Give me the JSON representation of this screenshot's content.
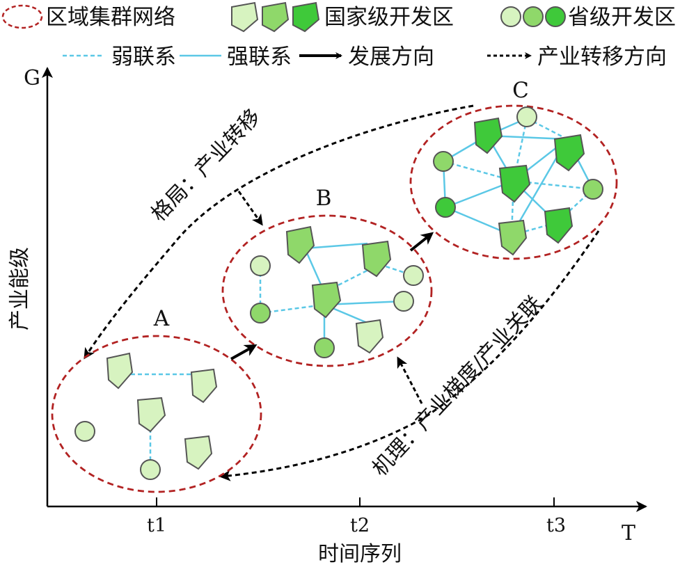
{
  "legend": {
    "region_network": "区域集群网络",
    "national_zone": "国家级开发区",
    "provincial_zone": "省级开发区",
    "weak_link": "弱联系",
    "strong_link": "强联系",
    "development_direction": "发展方向",
    "industry_transfer_direction": "产业转移方向"
  },
  "axes": {
    "y_label": "产业能级",
    "y_end": "G",
    "x_label": "时间序列",
    "x_end": "T",
    "ticks": [
      "t1",
      "t2",
      "t3"
    ]
  },
  "clusters": [
    "A",
    "B",
    "C"
  ],
  "curves": {
    "pattern": "格局：产业转移",
    "mechanism": "机理：产业梯度/产业关联"
  },
  "colors": {
    "cluster_border": "#b22222",
    "weak_link": "#5bc8e6",
    "strong_link": "#5bc8e6",
    "level_light": "#d7f3c0",
    "level_mid": "#8fd86a",
    "level_dark": "#3fc93a",
    "stroke": "#555555"
  }
}
